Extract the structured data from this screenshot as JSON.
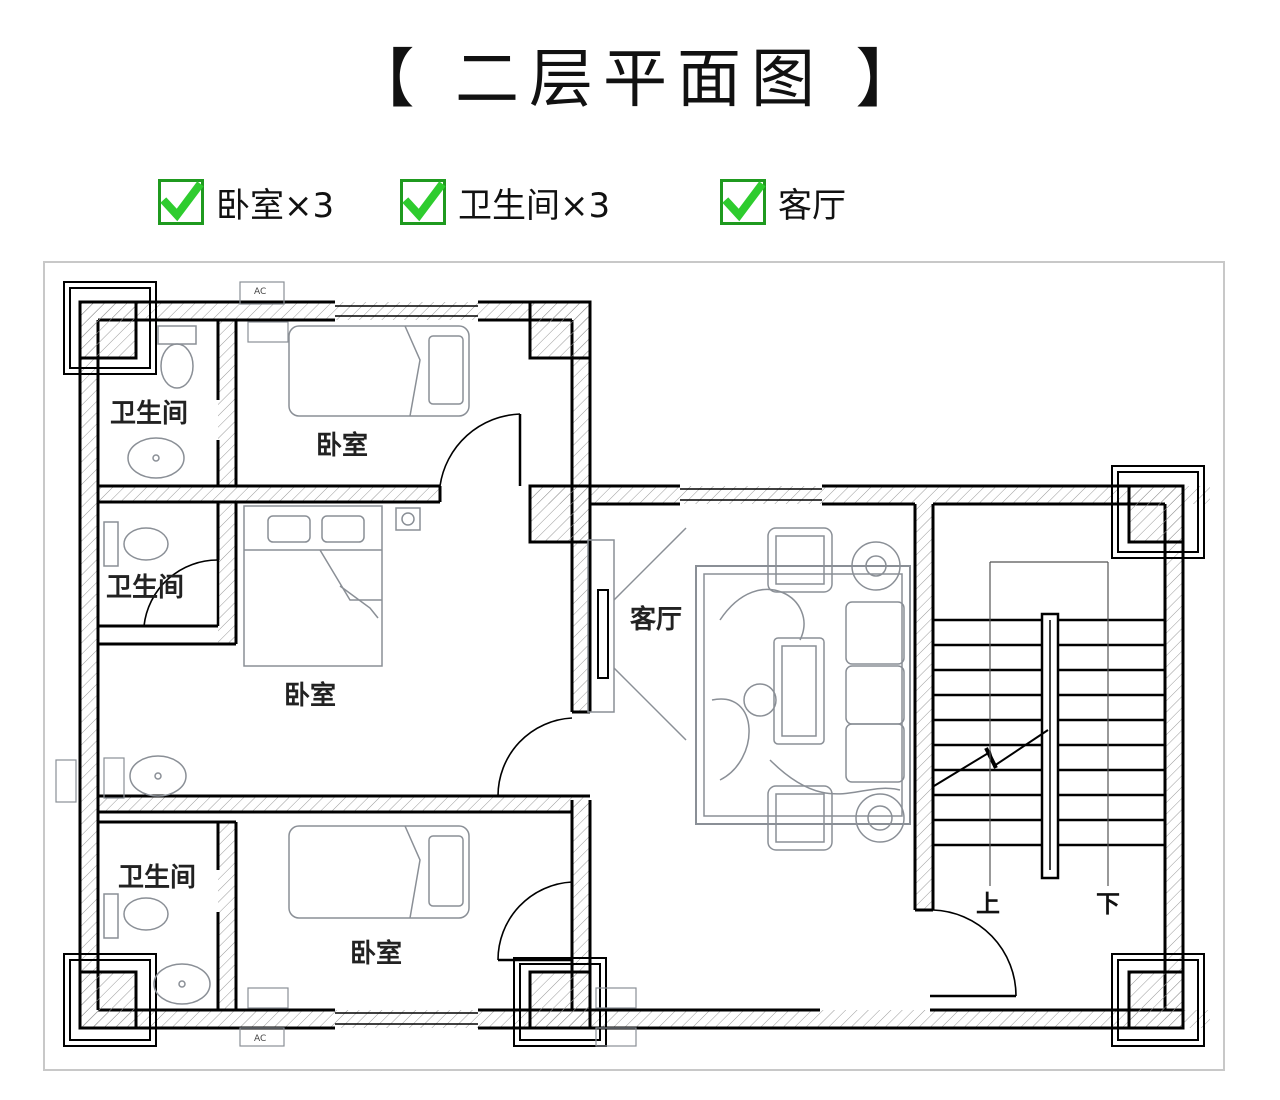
{
  "title": "【 二层平面图 】",
  "legend": [
    {
      "label": "卧室×3",
      "icon": "check-icon"
    },
    {
      "label": "卫生间×3",
      "icon": "check-icon"
    },
    {
      "label": "客厅",
      "icon": "check-icon"
    }
  ],
  "colors": {
    "check_fill": "#2ecc2e",
    "check_border": "#1f9a1f",
    "wall": "#000000",
    "furniture": "#8a8f96",
    "hatch": "#999999"
  },
  "rooms": {
    "bathroom_top": "卫生间",
    "bedroom_top": "卧室",
    "bathroom_mid": "卫生间",
    "bedroom_mid": "卧室",
    "living_room": "客厅",
    "bathroom_bottom": "卫生间",
    "bedroom_bottom": "卧室"
  },
  "stairs": {
    "up": "上",
    "down": "下"
  },
  "ac_label": "AC"
}
